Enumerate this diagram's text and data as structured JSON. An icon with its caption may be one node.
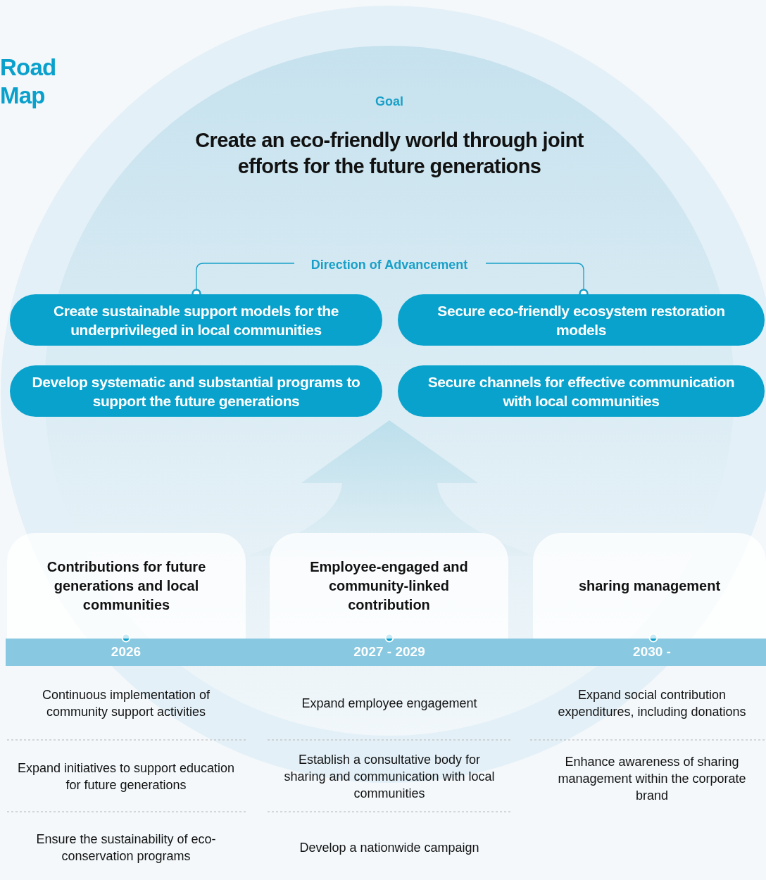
{
  "diagram": {
    "nodes": [
      {
        "text": [
          "Goal",
          "Create an eco-friendly world through joint efforts for the future generations"
        ]
      },
      {
        "text": [
          "Create sustainable support models for the underprivileged in local communities"
        ]
      },
      {
        "text": [
          "Secure eco-friendly ecosystem restoration models"
        ]
      },
      {
        "text": [
          "Develop systematic and substantial programs to support the future generations"
        ]
      },
      {
        "text": [
          "Secure channels for effective communication with local communities"
        ]
      },
      {
        "text": [
          "Contributions for future generations and local communities"
        ]
      },
      {
        "text": [
          "Employee-engaged and community-linked contribution"
        ]
      },
      {
        "text": [
          "sharing management"
        ]
      }
    ],
    "labels": [
      "Road Map",
      "Direction of Advancement",
      "2026",
      "2027 - 2029",
      "2030 -",
      "Continuous implementation of community support activities",
      "Expand employee engagement",
      "Expand social contribution expenditures, including donations",
      "Expand initiatives to support education for future generations",
      "Establish a consultative body for sharing and communication with local communities",
      "Enhance awareness of sharing management within the corporate brand",
      "Ensure the sustainability of eco-conservation programs",
      "Develop a nationwide campaign"
    ]
  }
}
